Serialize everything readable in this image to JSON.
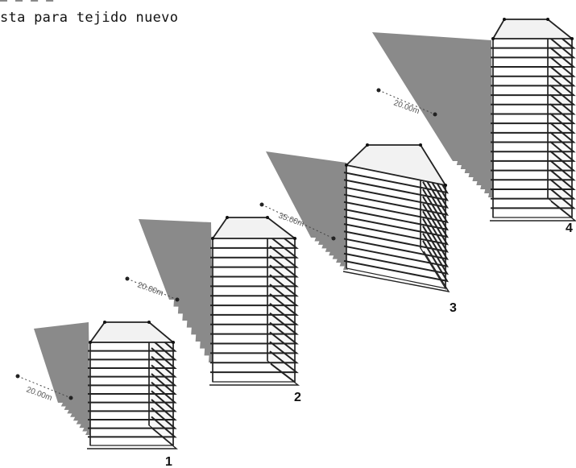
{
  "caption_cut": "— — — —",
  "caption": "sta para tejido nuevo",
  "buildings": [
    {
      "number": "1",
      "dimension": "20.00m"
    },
    {
      "number": "2",
      "dimension": "20.00m"
    },
    {
      "number": "3",
      "dimension": "35.00m"
    },
    {
      "number": "4",
      "dimension": "20.00m"
    }
  ],
  "colors": {
    "shadow": "#8a8a8a",
    "line": "#222222",
    "roof": "#f2f2f2"
  }
}
